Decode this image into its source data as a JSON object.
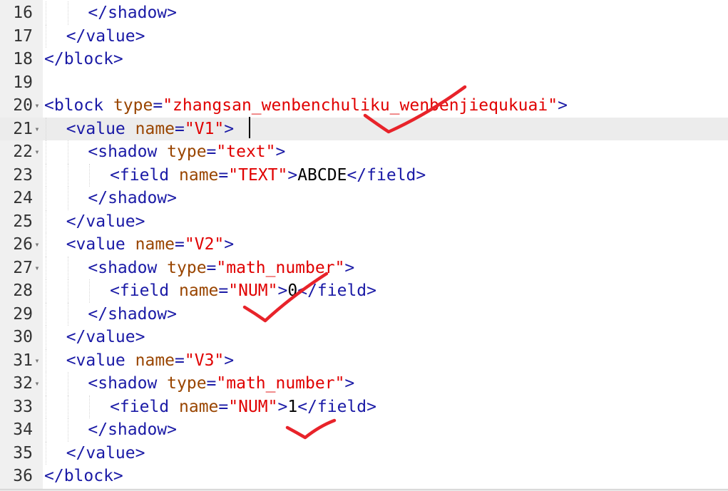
{
  "editor": {
    "active_line": 21,
    "lines": [
      {
        "num": "16",
        "indent": 2,
        "fold": false,
        "tokens": [
          [
            "tag",
            "</shadow>"
          ]
        ]
      },
      {
        "num": "17",
        "indent": 1,
        "fold": false,
        "tokens": [
          [
            "tag",
            "</value>"
          ]
        ]
      },
      {
        "num": "18",
        "indent": 0,
        "fold": false,
        "tokens": [
          [
            "tag",
            "</block>"
          ]
        ]
      },
      {
        "num": "19",
        "indent": 0,
        "fold": false,
        "tokens": []
      },
      {
        "num": "20",
        "indent": 0,
        "fold": true,
        "tokens": [
          [
            "tag",
            "<block "
          ],
          [
            "attr",
            "type"
          ],
          [
            "tag",
            "="
          ],
          [
            "val",
            "\"zhangsan_wenbenchuliku_wenbenjiequkuai\""
          ],
          [
            "tag",
            ">"
          ]
        ]
      },
      {
        "num": "21",
        "indent": 1,
        "fold": true,
        "tokens": [
          [
            "tag",
            "<value "
          ],
          [
            "attr",
            "name"
          ],
          [
            "tag",
            "="
          ],
          [
            "val",
            "\"V1\""
          ],
          [
            "tag",
            ">"
          ]
        ]
      },
      {
        "num": "22",
        "indent": 2,
        "fold": true,
        "tokens": [
          [
            "tag",
            "<shadow "
          ],
          [
            "attr",
            "type"
          ],
          [
            "tag",
            "="
          ],
          [
            "val",
            "\"text\""
          ],
          [
            "tag",
            ">"
          ]
        ]
      },
      {
        "num": "23",
        "indent": 3,
        "fold": false,
        "tokens": [
          [
            "tag",
            "<field "
          ],
          [
            "attr",
            "name"
          ],
          [
            "tag",
            "="
          ],
          [
            "val",
            "\"TEXT\""
          ],
          [
            "tag",
            ">"
          ],
          [
            "text",
            "ABCDE"
          ],
          [
            "tag",
            "</field>"
          ]
        ]
      },
      {
        "num": "24",
        "indent": 2,
        "fold": false,
        "tokens": [
          [
            "tag",
            "</shadow>"
          ]
        ]
      },
      {
        "num": "25",
        "indent": 1,
        "fold": false,
        "tokens": [
          [
            "tag",
            "</value>"
          ]
        ]
      },
      {
        "num": "26",
        "indent": 1,
        "fold": true,
        "tokens": [
          [
            "tag",
            "<value "
          ],
          [
            "attr",
            "name"
          ],
          [
            "tag",
            "="
          ],
          [
            "val",
            "\"V2\""
          ],
          [
            "tag",
            ">"
          ]
        ]
      },
      {
        "num": "27",
        "indent": 2,
        "fold": true,
        "tokens": [
          [
            "tag",
            "<shadow "
          ],
          [
            "attr",
            "type"
          ],
          [
            "tag",
            "="
          ],
          [
            "val",
            "\"math_number\""
          ],
          [
            "tag",
            ">"
          ]
        ]
      },
      {
        "num": "28",
        "indent": 3,
        "fold": false,
        "tokens": [
          [
            "tag",
            "<field "
          ],
          [
            "attr",
            "name"
          ],
          [
            "tag",
            "="
          ],
          [
            "val",
            "\"NUM\""
          ],
          [
            "tag",
            ">"
          ],
          [
            "text",
            "0"
          ],
          [
            "tag",
            "</field>"
          ]
        ]
      },
      {
        "num": "29",
        "indent": 2,
        "fold": false,
        "tokens": [
          [
            "tag",
            "</shadow>"
          ]
        ]
      },
      {
        "num": "30",
        "indent": 1,
        "fold": false,
        "tokens": [
          [
            "tag",
            "</value>"
          ]
        ]
      },
      {
        "num": "31",
        "indent": 1,
        "fold": true,
        "tokens": [
          [
            "tag",
            "<value "
          ],
          [
            "attr",
            "name"
          ],
          [
            "tag",
            "="
          ],
          [
            "val",
            "\"V3\""
          ],
          [
            "tag",
            ">"
          ]
        ]
      },
      {
        "num": "32",
        "indent": 2,
        "fold": true,
        "tokens": [
          [
            "tag",
            "<shadow "
          ],
          [
            "attr",
            "type"
          ],
          [
            "tag",
            "="
          ],
          [
            "val",
            "\"math_number\""
          ],
          [
            "tag",
            ">"
          ]
        ]
      },
      {
        "num": "33",
        "indent": 3,
        "fold": false,
        "tokens": [
          [
            "tag",
            "<field "
          ],
          [
            "attr",
            "name"
          ],
          [
            "tag",
            "="
          ],
          [
            "val",
            "\"NUM\""
          ],
          [
            "tag",
            ">"
          ],
          [
            "text",
            "1"
          ],
          [
            "tag",
            "</field>"
          ]
        ]
      },
      {
        "num": "34",
        "indent": 2,
        "fold": false,
        "tokens": [
          [
            "tag",
            "</shadow>"
          ]
        ]
      },
      {
        "num": "35",
        "indent": 1,
        "fold": false,
        "tokens": [
          [
            "tag",
            "</value>"
          ]
        ]
      },
      {
        "num": "36",
        "indent": 0,
        "fold": false,
        "tokens": [
          [
            "tag",
            "</block>"
          ]
        ]
      }
    ],
    "fold_glyph": "▾",
    "colors": {
      "tag": "#1a1aa6",
      "attribute": "#994500",
      "string": "#e00000",
      "text": "#000000",
      "gutter": "#f0f0f0",
      "active_line": "#ececec",
      "annotation": "#e8232a"
    },
    "annotations": [
      "checkmark-1",
      "checkmark-2",
      "checkmark-3"
    ]
  }
}
